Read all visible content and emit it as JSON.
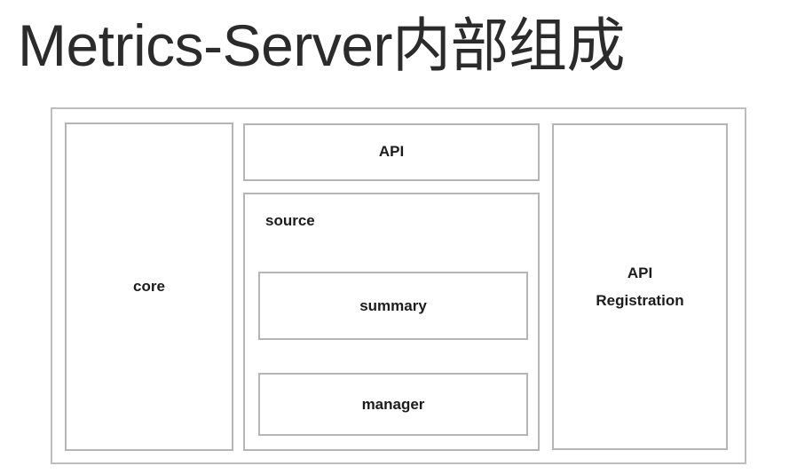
{
  "page": {
    "title": "Metrics-Server内部组成",
    "background_color": "#ffffff",
    "text_color": "#1c1c1c",
    "border_color": "#b5b5b5"
  },
  "diagram": {
    "type": "nested-block-diagram",
    "container": {
      "name": "metrics-server-container",
      "label": ""
    },
    "blocks": [
      {
        "id": "core",
        "label": "core",
        "parent": "container",
        "column": "left"
      },
      {
        "id": "api",
        "label": "API",
        "parent": "container",
        "column": "middle"
      },
      {
        "id": "source",
        "label": "source",
        "parent": "container",
        "column": "middle",
        "label_align": "left"
      },
      {
        "id": "summary",
        "label": "summary",
        "parent": "source",
        "column": "middle"
      },
      {
        "id": "manager",
        "label": "manager",
        "parent": "source",
        "column": "middle"
      },
      {
        "id": "api-registration",
        "label": "API\nRegistration",
        "parent": "container",
        "column": "right"
      }
    ]
  }
}
